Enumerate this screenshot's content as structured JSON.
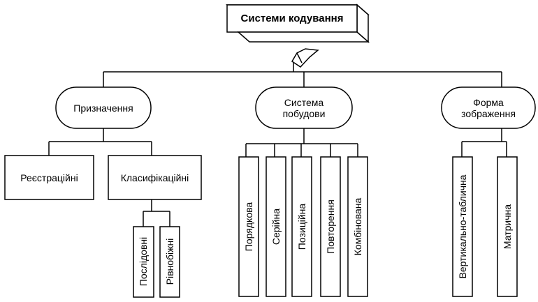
{
  "diagram": {
    "root": {
      "label": "Системи кодування"
    },
    "categories": [
      {
        "label": "Призначення"
      },
      {
        "label_line1": "Система",
        "label_line2": "побудови"
      },
      {
        "label_line1": "Форма",
        "label_line2": "зображення"
      }
    ],
    "purpose_items": [
      {
        "label": "Реєстраційні"
      },
      {
        "label": "Класифікаційні"
      }
    ],
    "classification_items": [
      {
        "label": "Послідовні"
      },
      {
        "label": "Рівнобіжні"
      }
    ],
    "structure_items": [
      {
        "label": "Порядкова"
      },
      {
        "label": "Серійна"
      },
      {
        "label": "Позиційна"
      },
      {
        "label": "Повторення"
      },
      {
        "label": "Комбінована"
      }
    ],
    "form_items": [
      {
        "label": "Вертикально-таблична"
      },
      {
        "label": "Матрична"
      }
    ]
  }
}
